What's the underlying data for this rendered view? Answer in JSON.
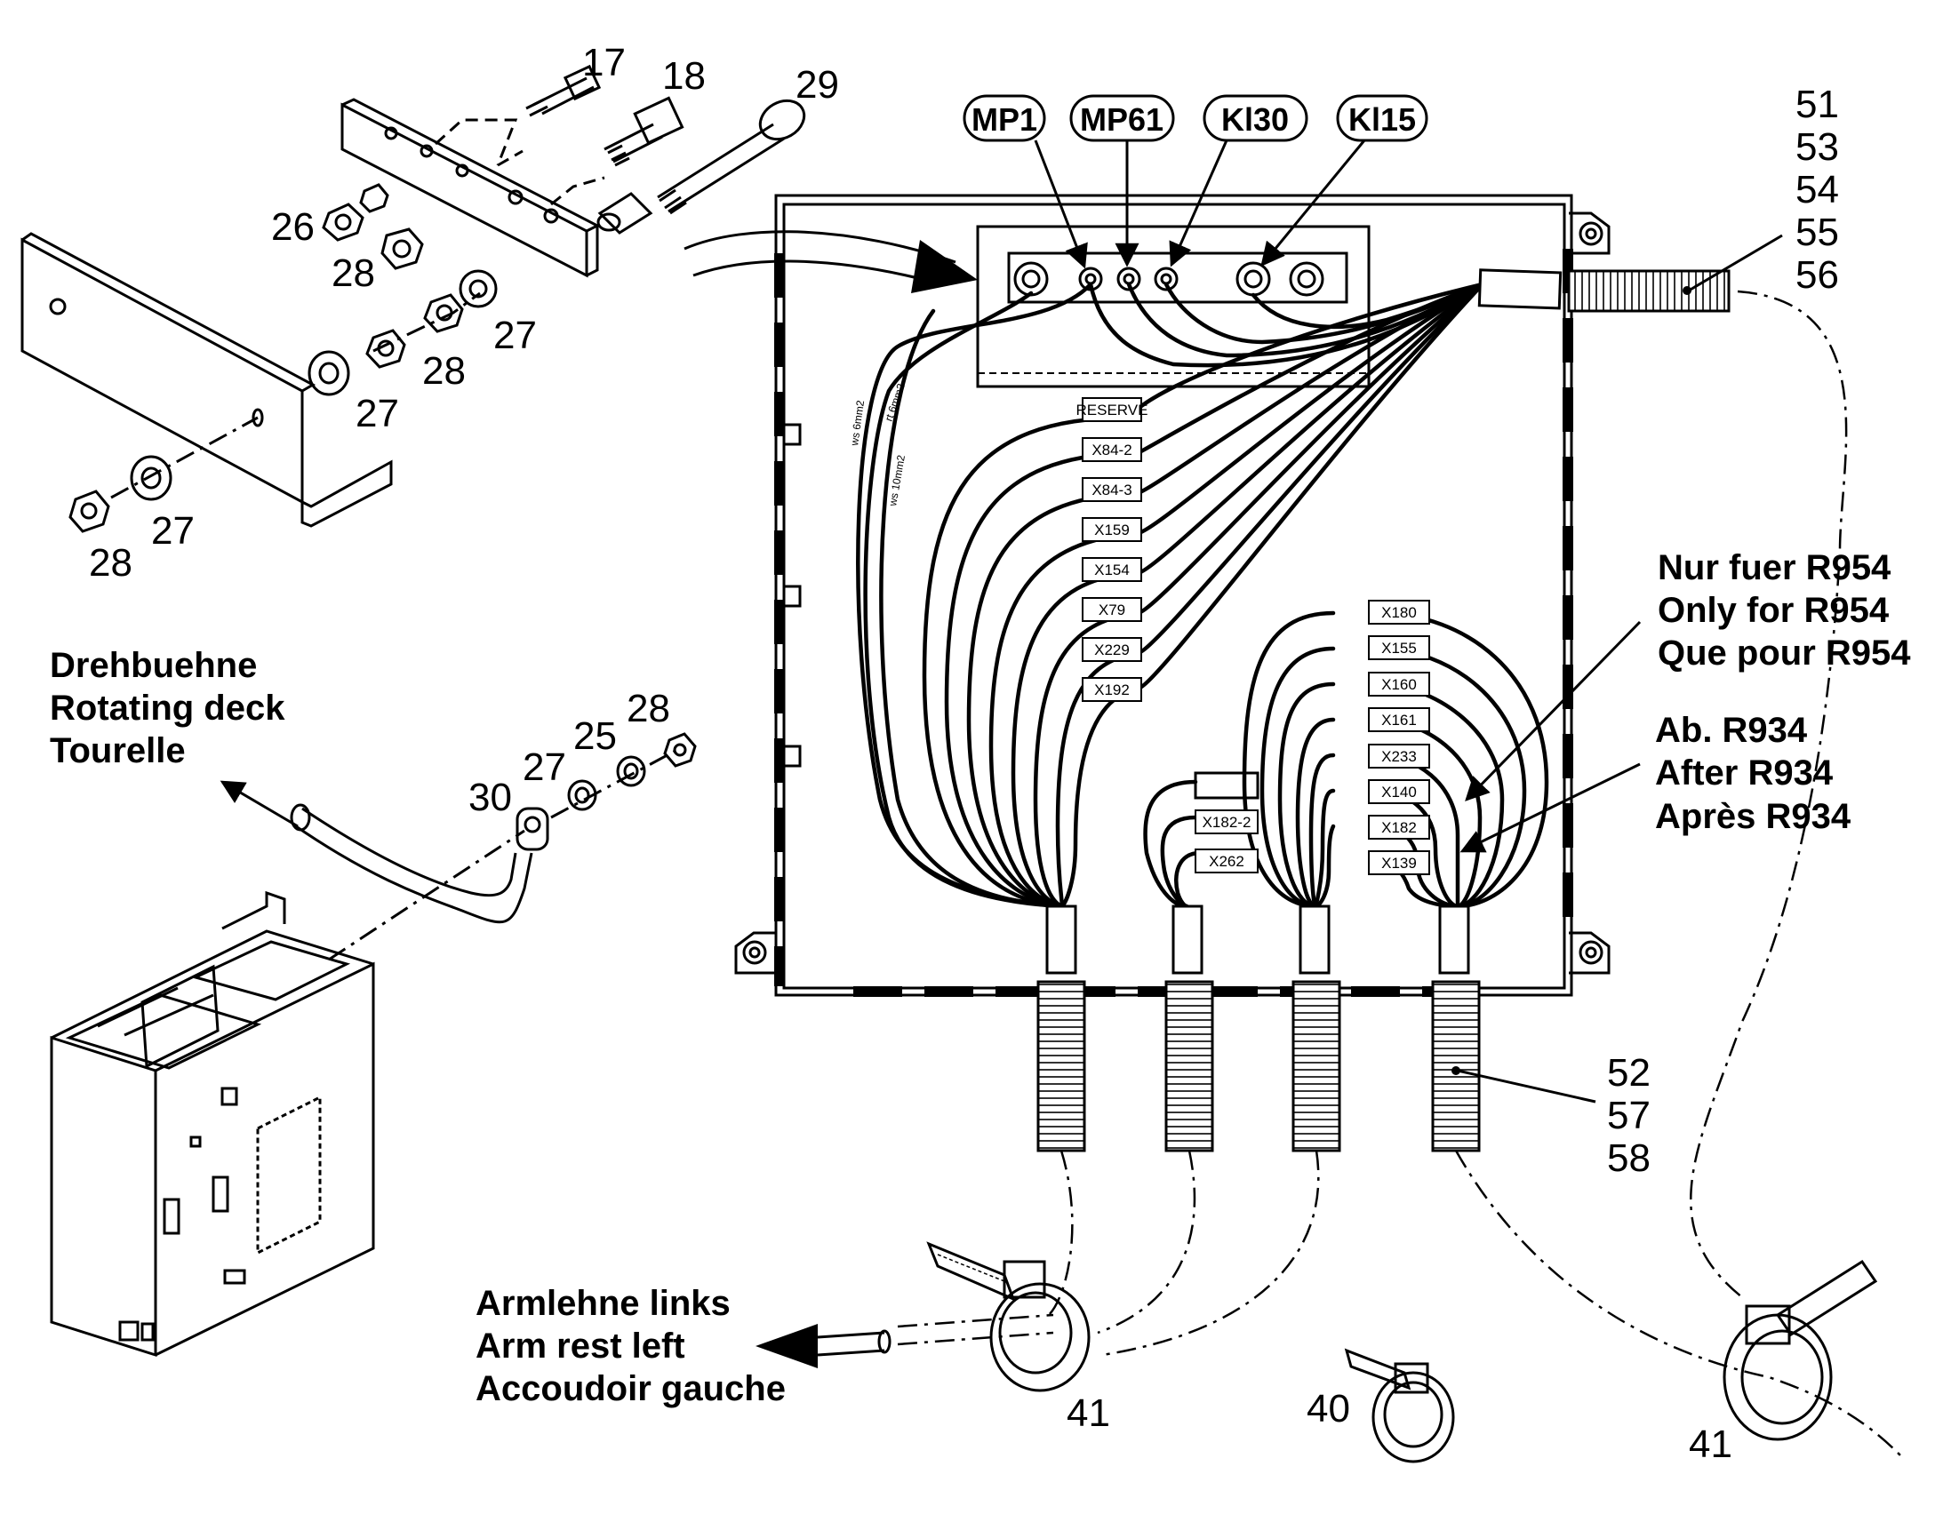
{
  "test_points": [
    "MP1",
    "MP61",
    "Kl30",
    "Kl15"
  ],
  "connectors_left": [
    "RESERVE",
    "X84-2",
    "X84-3",
    "X159",
    "X154",
    "X79",
    "X229",
    "X192"
  ],
  "connectors_right": [
    "X180",
    "X155",
    "X160",
    "X161",
    "X233",
    "X140",
    "X182",
    "X139"
  ],
  "connectors_small": [
    "X182-2",
    "X262"
  ],
  "wire_notes": [
    "ws 6mm2",
    "rt 6mm2",
    "ws 10mm2"
  ],
  "callouts": {
    "c17": "17",
    "c18": "18",
    "c29": "29",
    "c26": "26",
    "c28a": "28",
    "c28b": "28",
    "c28c": "28",
    "c28d": "28",
    "c27a": "27",
    "c27b": "27",
    "c27c": "27",
    "c27d": "27",
    "c25": "25",
    "c30": "30",
    "c41a": "41",
    "c41b": "41",
    "c40": "40",
    "top_right": [
      "51",
      "53",
      "54",
      "55",
      "56"
    ],
    "bottom_right": [
      "52",
      "57",
      "58"
    ]
  },
  "captions": {
    "rotating_deck": [
      "Drehbuehne",
      "Rotating deck",
      "Tourelle"
    ],
    "r954": [
      "Nur fuer R954",
      "Only for R954",
      "Que pour R954"
    ],
    "r934": [
      "Ab. R934",
      "After R934",
      "Après R934"
    ],
    "arm_rest": [
      "Armlehne links",
      "Arm rest left",
      "Accoudoir gauche"
    ]
  }
}
